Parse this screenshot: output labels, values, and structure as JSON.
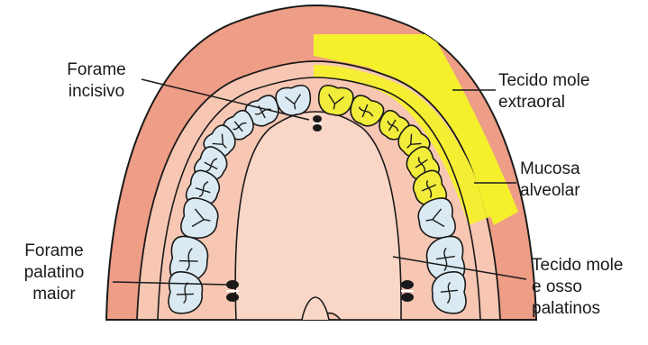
{
  "labels": {
    "forame_incisivo": [
      "Forame",
      "incisivo"
    ],
    "forame_palatino_maior": [
      "Forame",
      "palatino",
      "maior"
    ],
    "tecido_mole_extraoral": [
      "Tecido mole",
      "extraoral"
    ],
    "mucosa_alveolar": [
      "Mucosa",
      "alveolar"
    ],
    "tecido_mole_osso_palatinos": [
      "Tecido mole",
      "e osso",
      "palatinos"
    ]
  },
  "colors": {
    "outer_lip": "#ee9d86",
    "gum": "#f7c7b4",
    "palate": "#fad6c7",
    "highlight_yellow": "#f4f02c",
    "tooth_white": "#dbeaf2",
    "tooth_yellow": "#f2ed3a",
    "outline": "#1a1a1a"
  }
}
